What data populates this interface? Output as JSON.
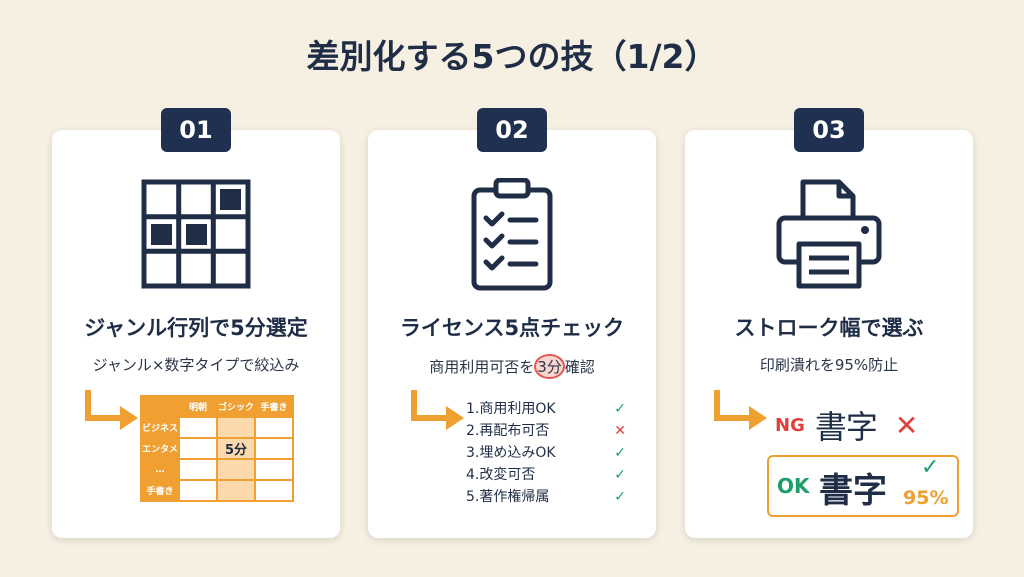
{
  "title": "差別化する5つの技（1/2）",
  "cards": [
    {
      "number": "01",
      "title": "ジャンル行列で5分選定",
      "subtitle": "ジャンル×数字タイプで絞込み",
      "icon": "grid-icon",
      "table": {
        "columns": [
          "明朝",
          "ゴシック",
          "手書き"
        ],
        "rows": [
          "ビジネス",
          "エンタメ",
          "…",
          "手書き"
        ],
        "highlight": "5分"
      }
    },
    {
      "number": "02",
      "title": "ライセンス5点チェック",
      "subtitle_pre": "商用利用可否を",
      "subtitle_em": "3分",
      "subtitle_post": "確認",
      "icon": "clipboard-checklist-icon",
      "checklist": [
        {
          "label": "1.商用利用OK",
          "status": "check"
        },
        {
          "label": "2.再配布可否",
          "status": "cross"
        },
        {
          "label": "3.埋め込みOK",
          "status": "check"
        },
        {
          "label": "4.改変可否",
          "status": "check"
        },
        {
          "label": "5.著作権帰属",
          "status": "check"
        }
      ]
    },
    {
      "number": "03",
      "title": "ストローク幅で選ぶ",
      "subtitle": "印刷潰れを95%防止",
      "icon": "printer-icon",
      "ng_label": "NG",
      "ng_sample": "書字",
      "ok_label": "OK",
      "ok_sample": "書字",
      "ok_percent": "95%"
    }
  ],
  "colors": {
    "navy": "#1f3050",
    "orange": "#f0a030",
    "green": "#1e9e6a",
    "red": "#e0403e"
  }
}
